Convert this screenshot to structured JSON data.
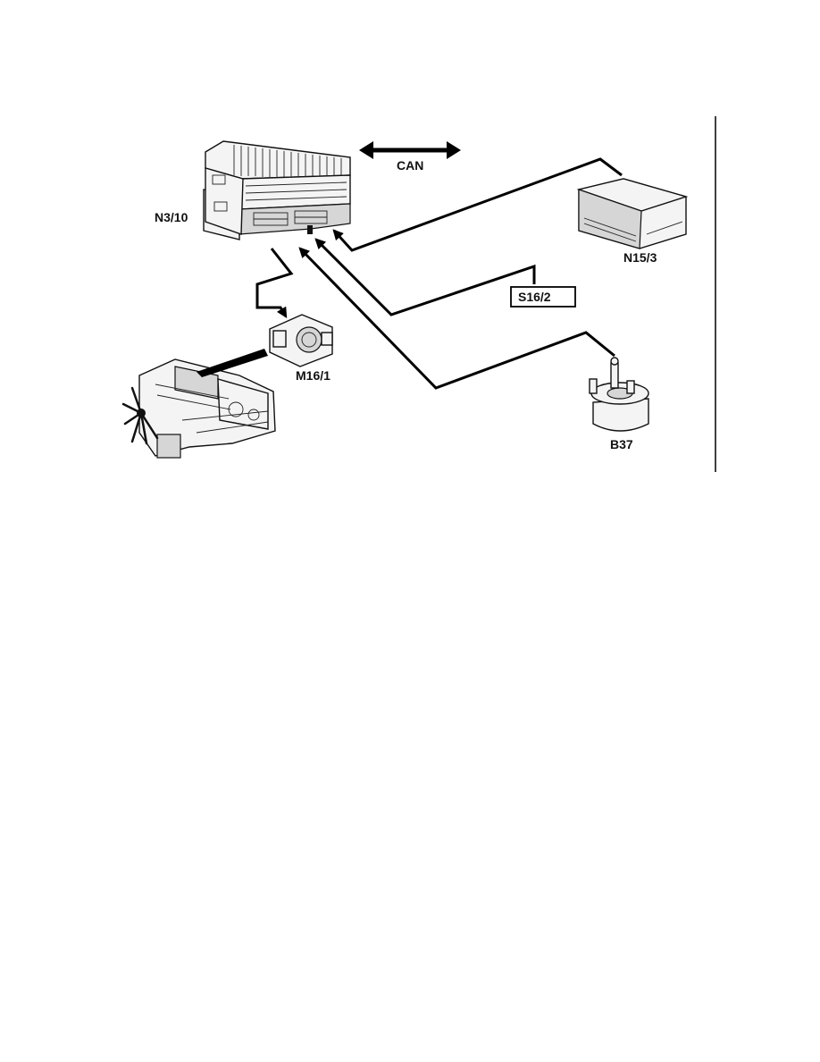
{
  "diagram": {
    "components": {
      "control_unit": "N3/10",
      "bus": "CAN",
      "module": "N15/3",
      "switch": "S16/2",
      "actuator": "M16/1",
      "sensor": "B37"
    },
    "arrows": [
      {
        "from": "N15/3",
        "to": "N3/10"
      },
      {
        "from": "S16/2",
        "to": "N3/10"
      },
      {
        "from": "B37",
        "to": "N3/10"
      },
      {
        "from": "N3/10",
        "to": "M16/1"
      },
      {
        "between": [
          "N3/10",
          "CAN"
        ],
        "bidirectional": true
      }
    ]
  }
}
